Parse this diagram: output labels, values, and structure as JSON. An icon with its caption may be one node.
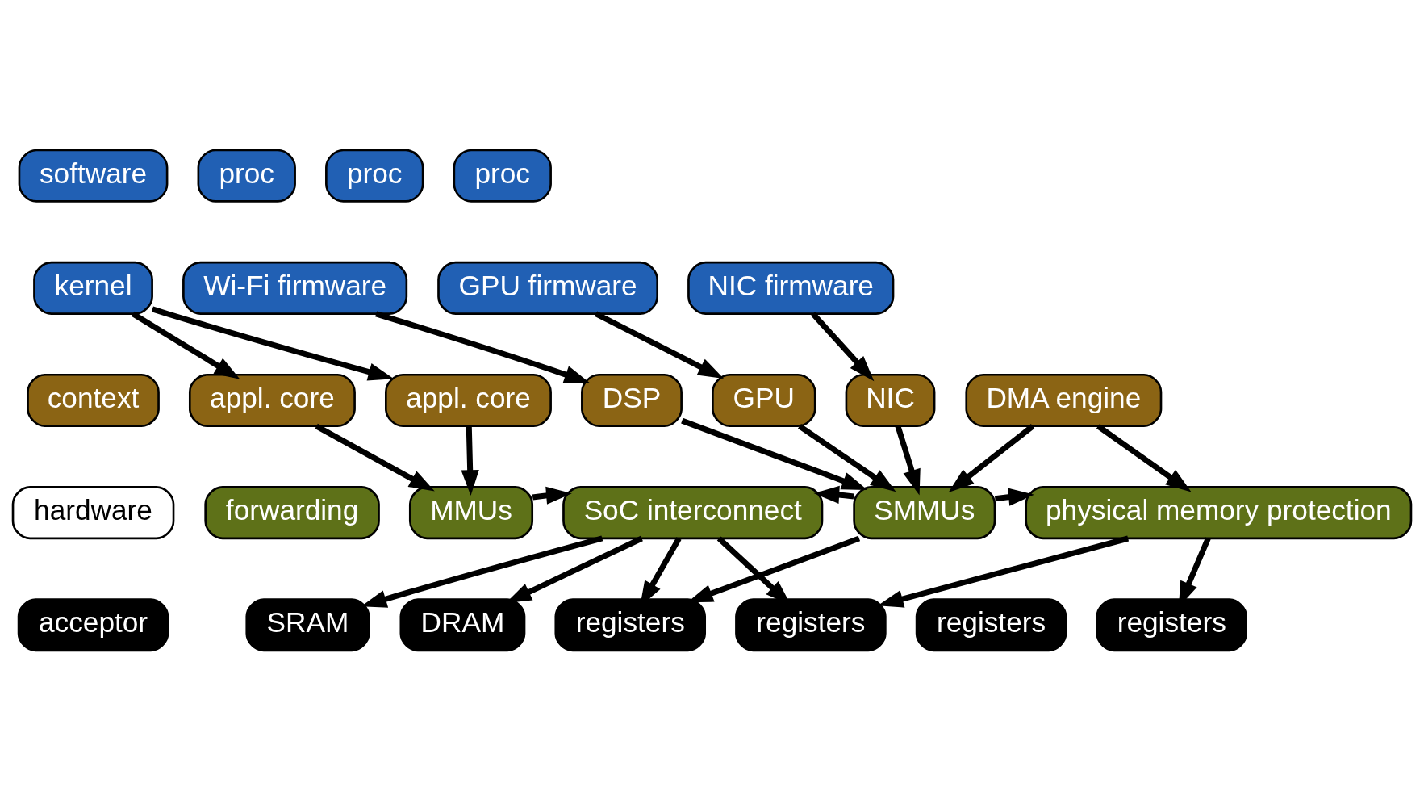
{
  "diagram": {
    "nodes": [
      {
        "text": [
          "software"
        ]
      },
      {
        "text": [
          "hardware"
        ]
      },
      {
        "text": [
          "context"
        ]
      },
      {
        "text": [
          "forwarding"
        ]
      },
      {
        "text": [
          "acceptor"
        ]
      },
      {
        "text": [
          "proc"
        ]
      },
      {
        "text": [
          "proc"
        ]
      },
      {
        "text": [
          "proc"
        ]
      },
      {
        "text": [
          "kernel"
        ]
      },
      {
        "text": [
          "Wi-Fi firmware"
        ]
      },
      {
        "text": [
          "GPU firmware"
        ]
      },
      {
        "text": [
          "NIC firmware"
        ]
      },
      {
        "text": [
          "appl. core"
        ]
      },
      {
        "text": [
          "appl. core"
        ]
      },
      {
        "text": [
          "DSP"
        ]
      },
      {
        "text": [
          "GPU"
        ]
      },
      {
        "text": [
          "NIC"
        ]
      },
      {
        "text": [
          "DMA engine"
        ]
      },
      {
        "text": [
          "MMUs"
        ]
      },
      {
        "text": [
          "SoC interconnect"
        ]
      },
      {
        "text": [
          "SMMUs"
        ]
      },
      {
        "text": [
          "physical memory protection"
        ]
      },
      {
        "text": [
          "SRAM"
        ]
      },
      {
        "text": [
          "DRAM"
        ]
      },
      {
        "text": [
          "registers"
        ]
      },
      {
        "text": [
          "registers"
        ]
      },
      {
        "text": [
          "registers"
        ]
      },
      {
        "text": [
          "registers"
        ]
      }
    ],
    "edges": [
      {
        "from": 8,
        "to": 12,
        "arrow": "to"
      },
      {
        "from": 8,
        "to": 13,
        "arrow": "to"
      },
      {
        "from": 9,
        "to": 14,
        "arrow": "to"
      },
      {
        "from": 10,
        "to": 15,
        "arrow": "to"
      },
      {
        "from": 11,
        "to": 16,
        "arrow": "to"
      },
      {
        "from": 12,
        "to": 18,
        "arrow": "to"
      },
      {
        "from": 13,
        "to": 18,
        "arrow": "to"
      },
      {
        "from": 14,
        "to": 20,
        "arrow": "to"
      },
      {
        "from": 15,
        "to": 20,
        "arrow": "to"
      },
      {
        "from": 16,
        "to": 20,
        "arrow": "to"
      },
      {
        "from": 17,
        "to": 20,
        "arrow": "to"
      },
      {
        "from": 17,
        "to": 21,
        "arrow": "to"
      },
      {
        "from": 18,
        "to": 19,
        "arrow": "to"
      },
      {
        "from": 20,
        "to": 19,
        "arrow": "to"
      },
      {
        "from": 20,
        "to": 21,
        "arrow": "to"
      },
      {
        "from": 19,
        "to": 22,
        "arrow": "to"
      },
      {
        "from": 19,
        "to": 23,
        "arrow": "to"
      },
      {
        "from": 19,
        "to": 24,
        "arrow": "to"
      },
      {
        "from": 19,
        "to": 25,
        "arrow": "to"
      },
      {
        "from": 20,
        "to": 24,
        "arrow": "to"
      },
      {
        "from": 21,
        "to": 25,
        "arrow": "to"
      },
      {
        "from": 21,
        "to": 27,
        "arrow": "to"
      }
    ]
  }
}
